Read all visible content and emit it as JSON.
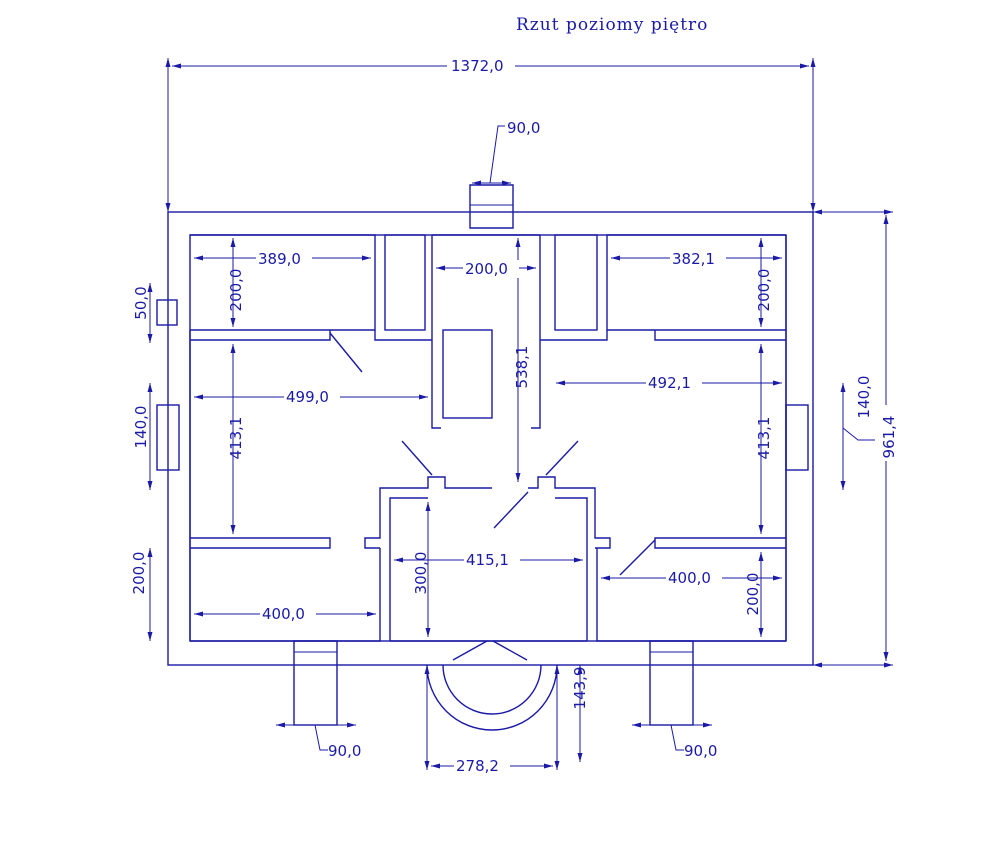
{
  "title": "Rzut poziomy piętro",
  "colors": {
    "line": "#1a1aa6",
    "background": "#ffffff"
  },
  "dimensions": {
    "total_width": "1372,0",
    "total_height": "961,4",
    "chimney_width": "90,0",
    "room_nw_width": "389,0",
    "room_nw_height": "200,0",
    "stair_width": "200,0",
    "stair_length": "538,1",
    "room_ne_width": "382,1",
    "room_ne_height": "200,0",
    "window_left_top": "50,0",
    "room_w_width": "499,0",
    "room_w_height": "413,1",
    "window_left_mid": "140,0",
    "room_e_width": "492,1",
    "room_e_height": "413,1",
    "window_right_mid": "140,0",
    "room_center_width": "415,1",
    "room_center_height": "300,0",
    "room_sw_width": "400,0",
    "room_sw_height": "200,0",
    "room_se_width": "400,0",
    "room_se_height": "200,0",
    "balcony_depth": "143,9",
    "balcony_width": "278,2",
    "pillar_left_width": "90,0",
    "pillar_right_width": "90,0"
  }
}
